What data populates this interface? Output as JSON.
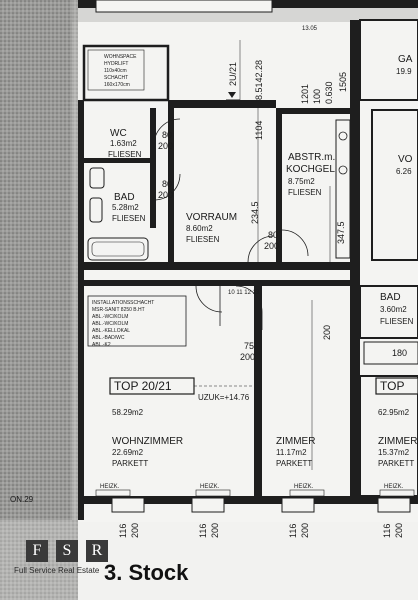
{
  "rooms": {
    "wc": {
      "name": "WC",
      "area": "1.63m2",
      "floor": "FLIESEN"
    },
    "bad": {
      "name": "BAD",
      "area": "5.28m2",
      "floor": "FLIESEN"
    },
    "vorraum": {
      "name": "VORRAUM",
      "area": "8.60m2",
      "floor": "FLIESEN"
    },
    "abstr": {
      "name": "ABSTR.m.",
      "name2": "KOCHGEL",
      "area": "8.75m2",
      "floor": "FLIESEN"
    },
    "wohnzimmer": {
      "name": "WOHNZIMMER",
      "area": "22.69m2",
      "floor": "PARKETT"
    },
    "zimmer": {
      "name": "ZIMMER",
      "area": "11.17m2",
      "floor": "PARKETT"
    },
    "zimmer_right": {
      "name": "ZIMMER",
      "area": "15.37m2",
      "floor": "PARKETT"
    },
    "bad_right": {
      "name": "BAD",
      "area": "3.60m2",
      "floor": "FLIESEN"
    },
    "right_top": {
      "name": "GA",
      "area": "19.9"
    },
    "right_mid": {
      "name": "VO",
      "area": "6.26"
    }
  },
  "units": {
    "top_2021": {
      "label": "TOP 20/21",
      "area": "58.29m2"
    },
    "top_right": {
      "label": "TOP",
      "area": "62.95m2"
    }
  },
  "annotations": {
    "uzuk": "UZUK=+14.76",
    "corner": "ON.29",
    "top_left_box": [
      "WOHNSPACE",
      "HYDRLIFT",
      "110x40cm",
      "SCHACHT",
      "160x170cm"
    ],
    "install_box": [
      "INSTALLATIONSSCHACHT",
      "MSR-SANIT 8250 B.HT",
      "ABL.-WC/KOLM",
      "ABL.-WC/KOLM",
      "ABL.-KELLOKAL",
      "ABL.-BAD/WC",
      "ABL.-K2"
    ],
    "heating_label": "HEIZK.",
    "code_top": "2U/21"
  },
  "dimensions": {
    "door_80": "80",
    "door_200": "200",
    "d_75": "75",
    "d_2345": "234.5",
    "d_3475": "347.5",
    "d_180": "180",
    "d_116": "116",
    "d_200": "200",
    "d_1104": "1104",
    "d_5142": "8.5142.28",
    "d_100": "100",
    "d_630": "0.630",
    "d_1505": "1505",
    "d_1201": "1201",
    "d_1305": "13.05",
    "nums_row": "10  11  12  13"
  },
  "logo": {
    "letters": [
      "F",
      "S",
      "R"
    ],
    "tagline": "Full Service Real Estate"
  },
  "floor_label": "3. Stock",
  "colors": {
    "wall": "#1e1e1e",
    "hatch": "#8a8a8a",
    "paper": "#f4f4f2"
  }
}
